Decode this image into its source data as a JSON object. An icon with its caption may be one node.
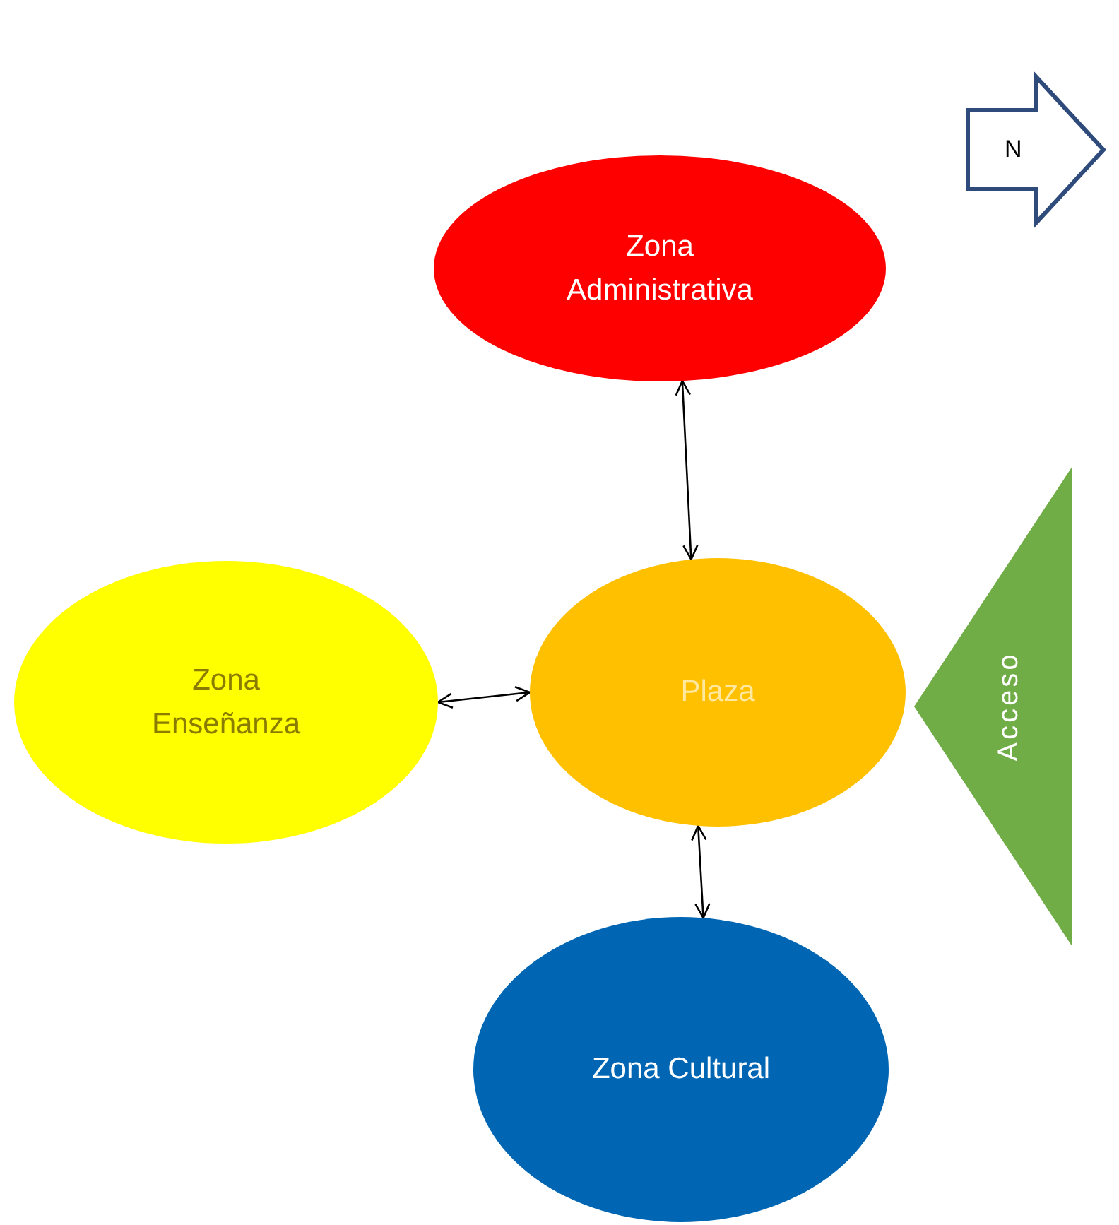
{
  "diagram": {
    "nodes": [
      {
        "text": [
          "Zona Administrativa"
        ]
      },
      {
        "text": [
          "Zona Enseñanza"
        ]
      },
      {
        "text": [
          "Plaza"
        ]
      },
      {
        "text": [
          "Zona Cultural"
        ]
      },
      {
        "text": [
          "Acceso"
        ]
      },
      {
        "text": [
          "N"
        ]
      }
    ],
    "edges": [
      {
        "from": 0,
        "to": 2,
        "arrow": "both"
      },
      {
        "from": 1,
        "to": 2,
        "arrow": "both"
      },
      {
        "from": 2,
        "to": 3,
        "arrow": "both"
      }
    ]
  }
}
